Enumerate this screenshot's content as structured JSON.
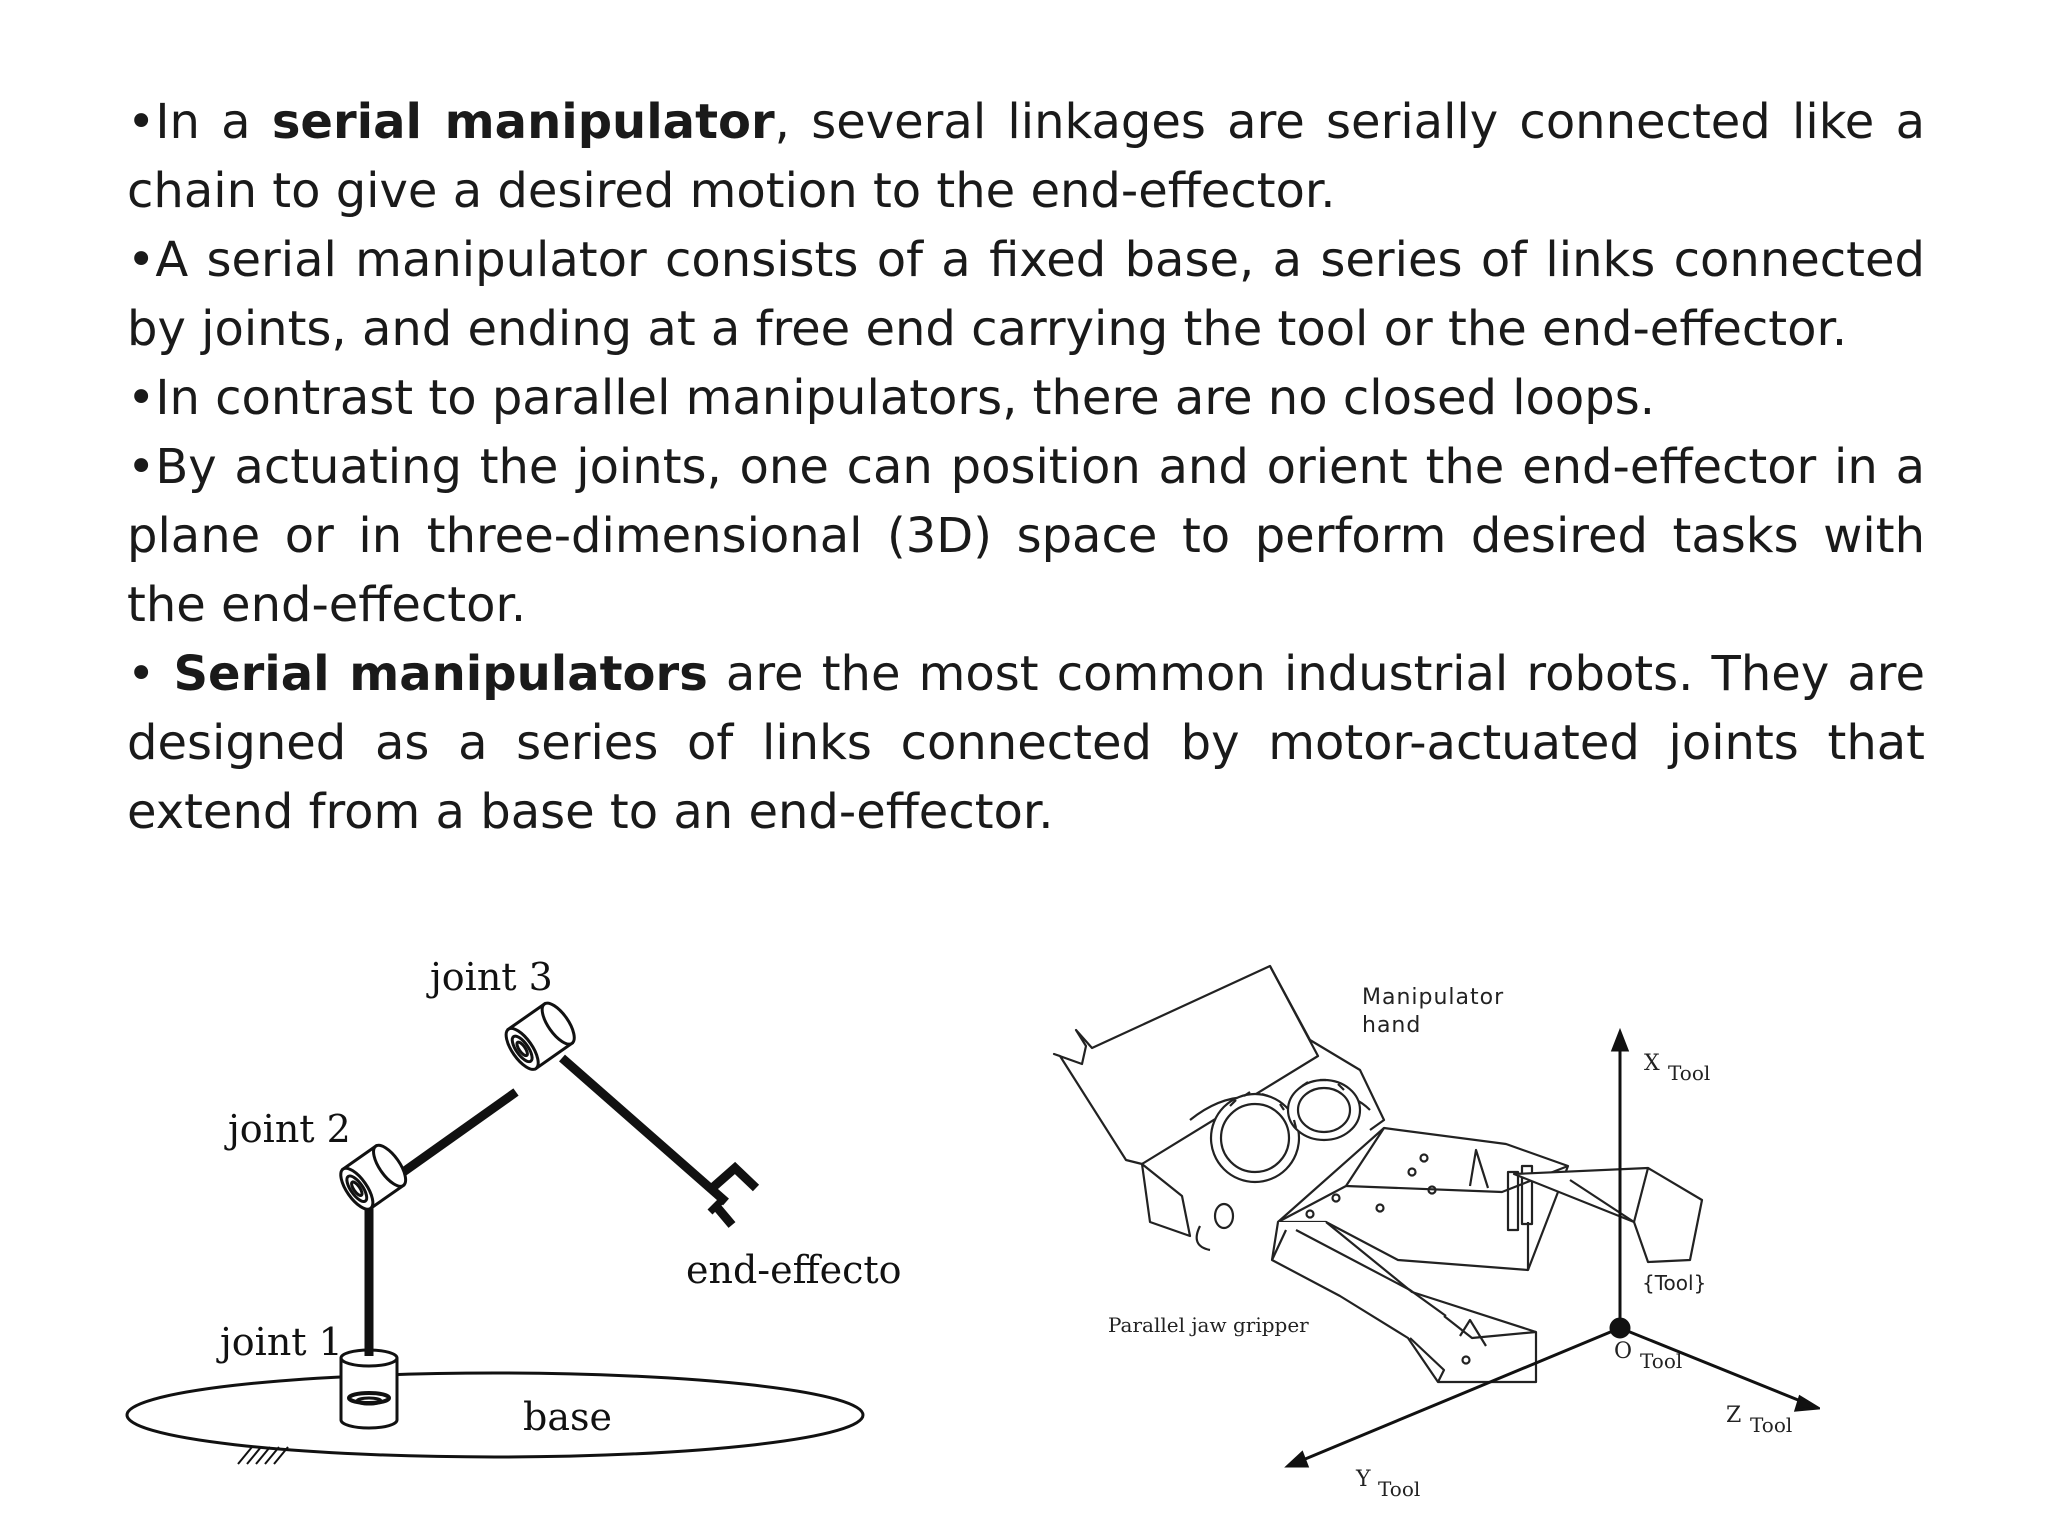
{
  "paragraphs": [
    {
      "bullet": "•",
      "segments": [
        {
          "text": "In a ",
          "bold": false
        },
        {
          "text": "serial manipulator",
          "bold": true
        },
        {
          "text": ", several linkages are serially connected like a chain to give a desired motion to the end-effector.",
          "bold": false
        }
      ]
    },
    {
      "bullet": "•",
      "segments": [
        {
          "text": "A serial manipulator consists of a fixed base, a series of links connected by joints, and ending at a free end carrying the tool or the end-effector.",
          "bold": false
        }
      ]
    },
    {
      "bullet": "•",
      "segments": [
        {
          "text": "In contrast to parallel manipulators, there are no closed loops.",
          "bold": false
        }
      ]
    },
    {
      "bullet": "•",
      "segments": [
        {
          "text": "By actuating the joints, one can position and orient the end-effector in a plane or in three-dimensional (3D) space to perform desired tasks with the end-effector.",
          "bold": false
        }
      ]
    },
    {
      "bullet": "• ",
      "segments": [
        {
          "text": "Serial manipulators",
          "bold": true
        },
        {
          "text": " are the most common industrial robots. They are designed as a series of links connected by motor-actuated joints that extend from a base to an end-effector.",
          "bold": false
        }
      ]
    }
  ],
  "figure_left": {
    "joint3": "joint 3",
    "joint2": "joint 2",
    "joint1": "joint 1",
    "end_effector": "end-effector",
    "base": "base"
  },
  "figure_right": {
    "manipulator_hand_1": "Manipulator",
    "manipulator_hand_2": "hand",
    "gripper": "Parallel jaw gripper",
    "tool_frame": "{Tool}",
    "x_axis": "X",
    "y_axis": "Y",
    "z_axis": "Z",
    "origin": "O",
    "tool_sub": "Tool"
  }
}
